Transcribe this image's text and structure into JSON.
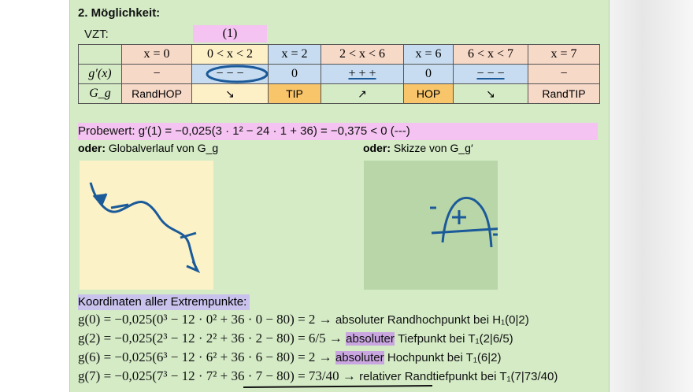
{
  "heading": "2. Möglichkeit:",
  "vzt_label": "VZT:",
  "vzt_note": "(1)",
  "table": {
    "header": [
      "x = 0",
      "0 < x < 2",
      "x = 2",
      "2 < x < 6",
      "x = 6",
      "6 < x < 7",
      "x = 7"
    ],
    "row_g_label": "g′(x)",
    "row_g": [
      "−",
      "− − −",
      "0",
      "+ + +",
      "0",
      "− − −",
      "−"
    ],
    "row_G_label": "G_g",
    "row_G": [
      "RandHOP",
      "↘",
      "TIP",
      "↗",
      "HOP",
      "↘",
      "RandTIP"
    ]
  },
  "probewert": "Probewert: g′(1) = −0,025(3 · 1² − 24 · 1 + 36) = −0,375 < 0 (---)",
  "oder_left_bold": "oder:",
  "oder_left_text": "Globalverlauf von G_g",
  "oder_right_bold": "oder:",
  "oder_right_text": "Skizze von G_g′",
  "coord_title": "Koordinaten aller Extrempunkte:",
  "lines": [
    {
      "eq": "g(0) = −0,025(0³ − 12 · 0² + 36 · 0 − 80) = 2 →",
      "hl": "",
      "rest": "absoluter Randhochpunkt bei H₁(0|2)"
    },
    {
      "eq": "g(2) = −0,025(2³ − 12 · 2² + 36 · 2 − 80) = 6/5 →",
      "hl": "absoluter",
      "rest": "Tiefpunkt bei T₁(2|6/5)"
    },
    {
      "eq": "g(6) = −0,025(6³ − 12 · 6² + 36 · 6 − 80) = 2 →",
      "hl": "absoluter",
      "rest": "Hochpunkt bei T₁(6|2)"
    },
    {
      "eq": "g(7) = −0,025(7³ − 12 · 7² + 36 · 7 − 80) = 73/40 →",
      "hl": "",
      "rest": "relativer Randtiefpunkt bei T₁(7|73/40)"
    }
  ]
}
